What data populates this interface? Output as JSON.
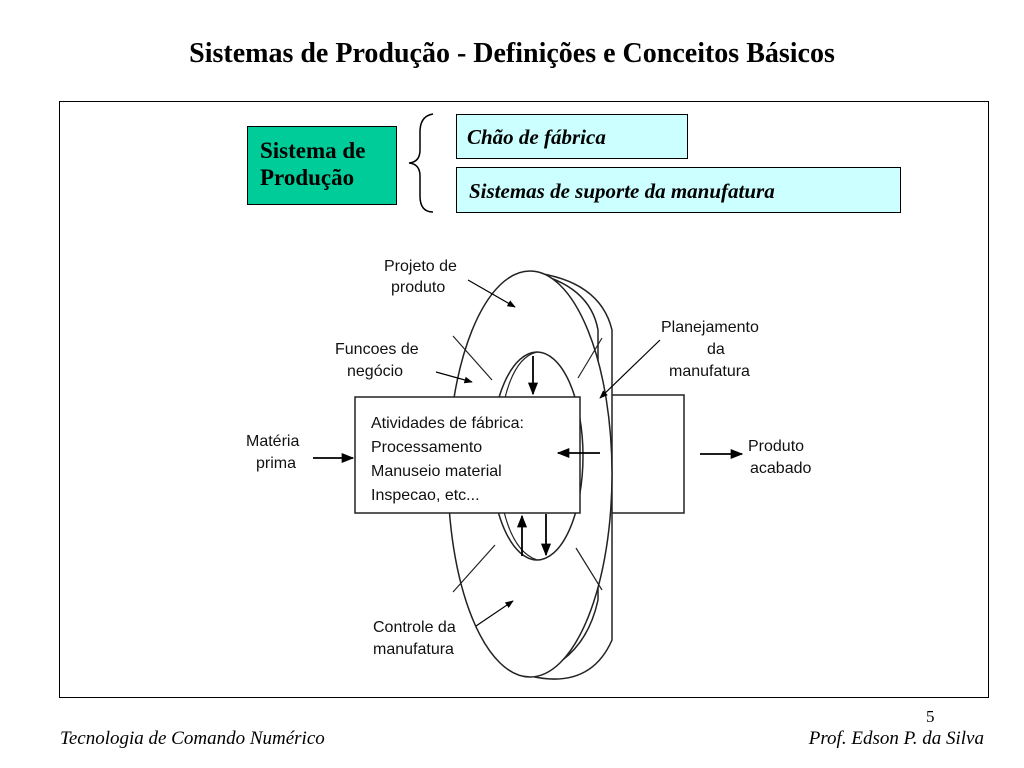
{
  "slide": {
    "title": "Sistemas de Produção - Definições e Conceitos Básicos",
    "page_number": "5"
  },
  "top_boxes": {
    "sistema_line1": "Sistema de",
    "sistema_line2": "Produção",
    "chao": "Chão de fábrica",
    "suporte": "Sistemas de suporte da manufatura"
  },
  "diagram": {
    "projeto_line1": "Projeto de",
    "projeto_line2": "produto",
    "funcoes_line1": "Funcoes de",
    "funcoes_line2": "negócio",
    "planejamento_line1": "Planejamento",
    "planejamento_line2": "da",
    "planejamento_line3": "manufatura",
    "materia_line1": "Matéria",
    "materia_line2": "prima",
    "produto_line1": "Produto",
    "produto_line2": "acabado",
    "atividades_line1": "Atividades de fábrica:",
    "atividades_line2": "Processamento",
    "atividades_line3": "Manuseio material",
    "atividades_line4": "Inspecao, etc...",
    "controle_line1": "Controle da",
    "controle_line2": "manufatura"
  },
  "footer": {
    "left": "Tecnologia de Comando Numérico",
    "right": "Prof. Edson P. da Silva"
  },
  "colors": {
    "sistema_box": "#00cc99",
    "right_boxes": "#ccffff"
  }
}
